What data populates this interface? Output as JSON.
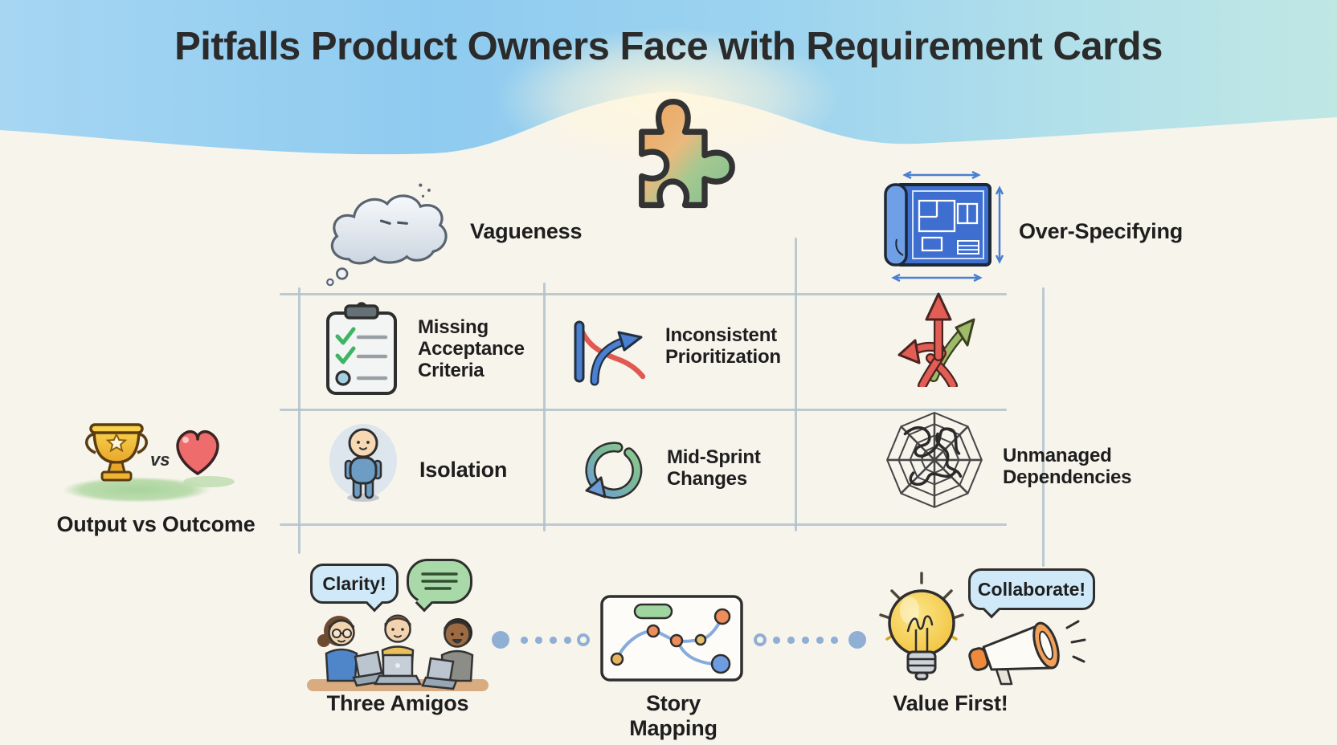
{
  "title": "Pitfalls Product Owners Face with Requirement Cards",
  "center_icon": "puzzle-piece-icon",
  "pitfalls": {
    "vagueness": {
      "label": "Vagueness",
      "icon": "storm-cloud-icon"
    },
    "over_specifying": {
      "label": "Over-Specifying",
      "icon": "blueprint-icon"
    },
    "missing_acceptance_criteria": {
      "label": "Missing Acceptance Criteria",
      "icon": "checklist-clipboard-icon"
    },
    "inconsistent_prioritization": {
      "label": "Inconsistent Prioritization",
      "icon": "shifting-priority-arrow-icon"
    },
    "branching_scope": {
      "icon": "diverging-arrows-icon"
    },
    "output_vs_outcome": {
      "label": "Output vs Outcome",
      "vs_text": "vs",
      "icon": "trophy-vs-heart-icon"
    },
    "isolation": {
      "label": "Isolation",
      "icon": "lone-person-icon"
    },
    "mid_sprint_changes": {
      "label": "Mid-Sprint Changes",
      "icon": "cycle-arrows-icon"
    },
    "unmanaged_dependencies": {
      "label": "Unmanaged Dependencies",
      "icon": "tangled-web-icon"
    }
  },
  "remedies": {
    "three_amigos": {
      "label": "Three Amigos",
      "speech_bubble": "Clarity!",
      "icon": "three-people-collaboration-icon"
    },
    "story_mapping": {
      "label": "Story Mapping",
      "icon": "story-map-board-icon"
    },
    "value_first": {
      "label": "Value First!",
      "speech_bubble": "Collaborate!",
      "icon": "lightbulb-megaphone-icon"
    }
  },
  "icons": {
    "puzzle-piece-icon": "🧩",
    "storm-cloud-icon": "☁",
    "blueprint-icon": "📘",
    "checklist-clipboard-icon": "📋",
    "shifting-priority-arrow-icon": "↗",
    "diverging-arrows-icon": "⇶",
    "trophy-icon": "🏆",
    "heart-icon": "❤",
    "lone-person-icon": "🧍",
    "cycle-arrows-icon": "🔄",
    "tangled-web-icon": "🕸",
    "three-people-collaboration-icon": "👥",
    "story-map-board-icon": "🗺",
    "lightbulb-icon": "💡",
    "megaphone-icon": "📣"
  },
  "colors": {
    "sky_blue": "#8fcbf0",
    "sky_mint": "#bfe7e4",
    "canvas": "#f7f4ec",
    "ink": "#1f1f1f",
    "grid_line": "#b2c1cb",
    "puzzle_orange": "#eda45c",
    "puzzle_green": "#7fbf93",
    "blueprint_blue": "#3e6fd0",
    "check_green": "#3db563",
    "alert_red": "#e05a52",
    "accent_blue": "#4a7fd1",
    "trophy_gold": "#f0b433",
    "heart_red": "#ee6c6c",
    "person_blue": "#6d9dc5",
    "bubble_blue": "#cfe9f8",
    "bubble_green": "#a9d9a9",
    "grass_green": "#aed6a2",
    "connector_dot": "#8fafd4"
  }
}
